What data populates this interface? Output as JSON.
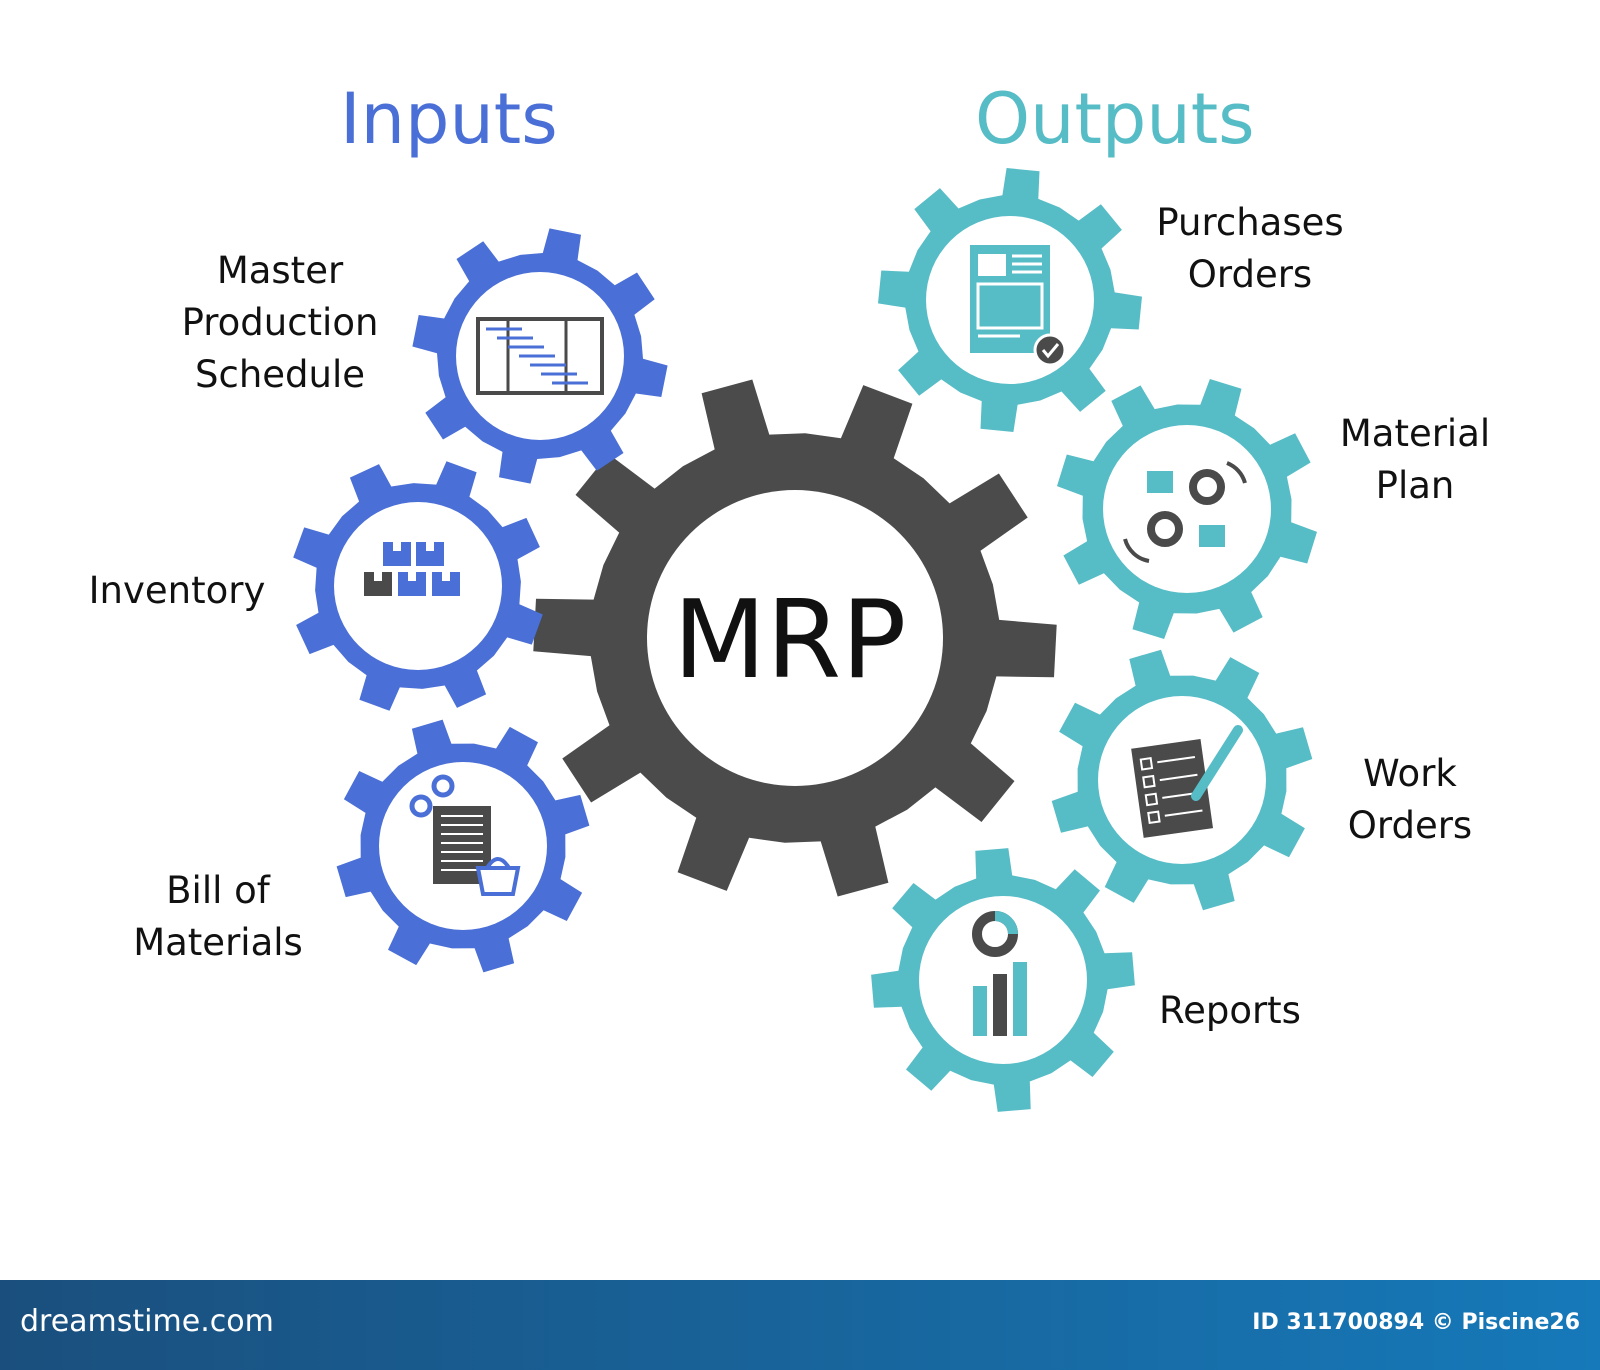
{
  "title_inputs": "Inputs",
  "title_outputs": "Outputs",
  "center": {
    "label": "MRP"
  },
  "inputs": [
    {
      "lines": [
        "Master",
        "Production",
        "Schedule"
      ],
      "icon": "schedule-grid-icon"
    },
    {
      "lines": [
        "Inventory"
      ],
      "icon": "inventory-boxes-icon"
    },
    {
      "lines": [
        "Bill of",
        "Materials"
      ],
      "icon": "document-basket-icon"
    }
  ],
  "outputs": [
    {
      "lines": [
        "Purchases",
        "Orders"
      ],
      "icon": "purchase-order-icon"
    },
    {
      "lines": [
        "Material",
        "Plan"
      ],
      "icon": "material-plan-icon"
    },
    {
      "lines": [
        "Work",
        "Orders"
      ],
      "icon": "work-order-icon"
    },
    {
      "lines": [
        "Reports"
      ],
      "icon": "report-chart-icon"
    }
  ],
  "footer": {
    "logo": "dreamstime.com",
    "credit": "ID 311700894 © Piscine26"
  },
  "colors": {
    "input": "#4a6fd6",
    "output": "#56bcc6",
    "center": "#4b4b4b",
    "icon_dark": "#4a4a4a",
    "footer_start": "#1a4f7d",
    "footer_end": "#1679b9"
  }
}
